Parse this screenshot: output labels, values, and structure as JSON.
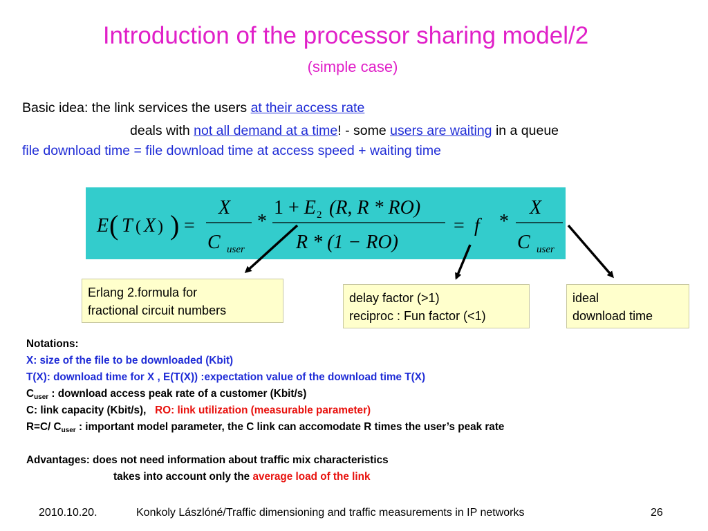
{
  "slide": {
    "title": "Introduction of the processor sharing model/2",
    "subtitle": "(simple case)"
  },
  "basic_idea": {
    "line1_prefix": "Basic idea: the link services the users ",
    "line1_link": "at their access rate",
    "line2_prefix": "deals with ",
    "line2_link1": "not all demand at a time",
    "line2_mid": "! - some ",
    "line2_link2": "users are waiting",
    "line2_suffix": " in a queue",
    "line3": "file download time = file download time at access speed + waiting time"
  },
  "formula": {
    "lhs_E": "E",
    "lhs_T": "T",
    "lhs_X": "X",
    "paren_open": "(",
    "paren_close": ")",
    "eq": "=",
    "frac1_num": "X",
    "frac1_den_C": "C",
    "frac1_den_sub": "user",
    "times": "*",
    "frac2_num": "1 + E",
    "frac2_num_sub": "2",
    "frac2_num_args": "(R, R * RO)",
    "frac2_den": "R * (1 − RO)",
    "f": "f",
    "frac3_num": "X",
    "frac3_den_C": "C",
    "frac3_den_sub": "user"
  },
  "callouts": {
    "erlang_line1": "Erlang 2.formula for",
    "erlang_line2": "fractional circuit numbers",
    "delay_line1": "delay factor (>1)",
    "delay_line2": "reciproc : Fun factor (<1)",
    "ideal_line1": "ideal",
    "ideal_line2": "download time"
  },
  "notations": {
    "heading": "Notations:",
    "x_def": "X: size of the file to be downloaded (Kbit)",
    "t_def": "T(X): download time for X , E(T(X)) :expectation value of the download time T(X)",
    "cuser_C": "C",
    "cuser_sub": "user",
    "cuser_def": " : download access peak rate of a customer (Kbit/s)",
    "c_def": "C: link capacity (Kbit/s),",
    "ro_def": "RO: link utilization (measurable parameter)",
    "r_prefix": "R=C/ C",
    "r_sub": "user",
    "r_def": " : important model parameter, the C link can accomodate R times the user’s peak rate"
  },
  "advantages": {
    "line1": "Advantages: does not need information about traffic mix characteristics",
    "line2_prefix": "takes into account only the ",
    "line2_highlight": "average load of the link"
  },
  "footer": {
    "date": "2010.10.20.",
    "author": "Konkoly Lászlóné/Traffic dimensioning and traffic measurements in IP networks",
    "page": "26"
  },
  "colors": {
    "title": "#e020c8",
    "link_blue": "#1f2cd6",
    "highlight_red": "#e8100c",
    "formula_bg": "#33cccc",
    "callout_bg": "#ffffcc"
  }
}
